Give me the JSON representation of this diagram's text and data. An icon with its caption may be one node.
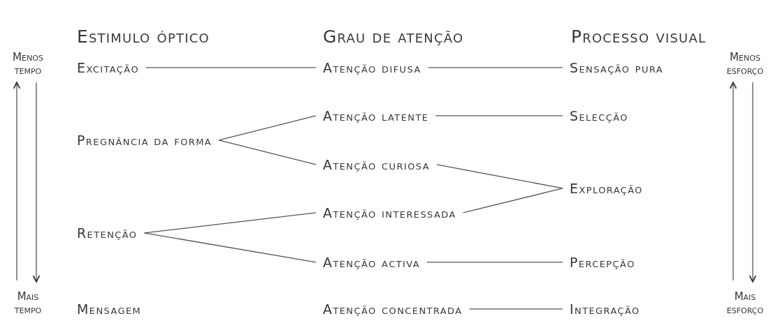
{
  "diagram": {
    "nodes": [
      {
        "text": [
          "Excitação"
        ]
      },
      {
        "text": [
          "Atenção difusa"
        ]
      },
      {
        "text": [
          "Sensação pura"
        ]
      },
      {
        "text": [
          "Atenção latente"
        ]
      },
      {
        "text": [
          "Selecção"
        ]
      },
      {
        "text": [
          "Pregnância da forma"
        ]
      },
      {
        "text": [
          "Atenção curiosa"
        ]
      },
      {
        "text": [
          "Exploração"
        ]
      },
      {
        "text": [
          "Atenção interessada"
        ]
      },
      {
        "text": [
          "Retenção"
        ]
      },
      {
        "text": [
          "Atenção activa"
        ]
      },
      {
        "text": [
          "Percepção"
        ]
      },
      {
        "text": [
          "Atenção concentrada"
        ]
      },
      {
        "text": [
          "Integração"
        ]
      }
    ],
    "edges": [
      {
        "from": 0,
        "to": 1,
        "arrow": "none"
      },
      {
        "from": 1,
        "to": 2,
        "arrow": "none"
      },
      {
        "from": 5,
        "to": 3,
        "arrow": "none"
      },
      {
        "from": 5,
        "to": 6,
        "arrow": "none"
      },
      {
        "from": 3,
        "to": 4,
        "arrow": "none"
      },
      {
        "from": 6,
        "to": 7,
        "arrow": "none"
      },
      {
        "from": 8,
        "to": 7,
        "arrow": "none"
      },
      {
        "from": 9,
        "to": 8,
        "arrow": "none"
      },
      {
        "from": 9,
        "to": 10,
        "arrow": "none"
      },
      {
        "from": 10,
        "to": 11,
        "arrow": "none"
      },
      {
        "from": 12,
        "to": 13,
        "arrow": "none"
      }
    ],
    "labels": [
      "Estimulo óptico",
      "Grau de atenção",
      "Processo visual",
      "Menos tempo",
      "Menos esforço",
      "Mais tempo",
      "Mensagem",
      "Mais esforço"
    ]
  }
}
